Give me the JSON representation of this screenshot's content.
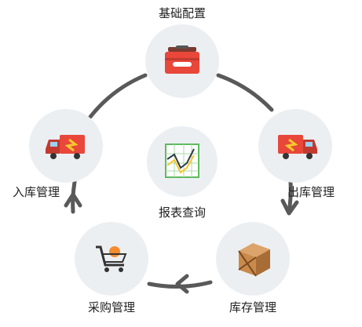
{
  "nodes": {
    "basic": {
      "label": "基础配置",
      "icon": "toolbox-icon"
    },
    "outbound": {
      "label": "出库管理",
      "icon": "delivery-truck-icon"
    },
    "inventory": {
      "label": "库存管理",
      "icon": "crate-icon"
    },
    "purchase": {
      "label": "采购管理",
      "icon": "shopping-cart-icon"
    },
    "inbound": {
      "label": "入库管理",
      "icon": "delivery-truck-icon"
    },
    "report": {
      "label": "报表查询",
      "icon": "line-chart-icon"
    }
  },
  "colors": {
    "node_bg": "#eceff2",
    "cycle": "#595959",
    "accent_red": "#e8473a",
    "accent_yellow": "#f7c72e",
    "wood": "#c98a4b",
    "chart_green": "#5dba5d"
  }
}
